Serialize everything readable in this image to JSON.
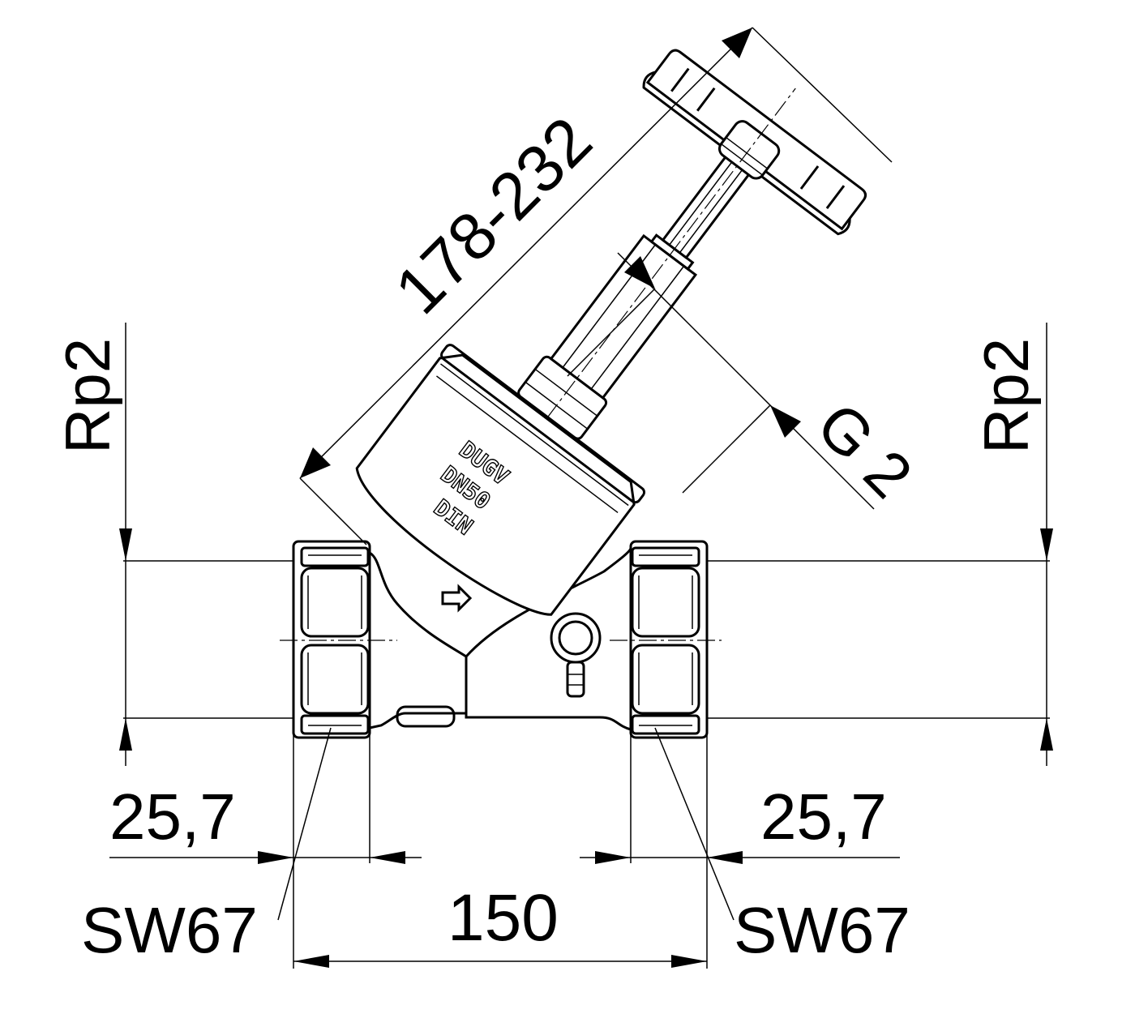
{
  "dimensions": {
    "length_range": "178-232",
    "thread_top": "G 2",
    "left_inlet": "Rp2",
    "right_outlet": "Rp2",
    "left_thread_depth": "25,7",
    "right_thread_depth": "25,7",
    "left_wrench": "SW67",
    "right_wrench": "SW67",
    "face_to_face": "150"
  },
  "body_marking": {
    "line1": "DUGV",
    "line2": "DN50",
    "line3": "DIN"
  },
  "colors": {
    "line": "#000000",
    "background": "#ffffff"
  }
}
